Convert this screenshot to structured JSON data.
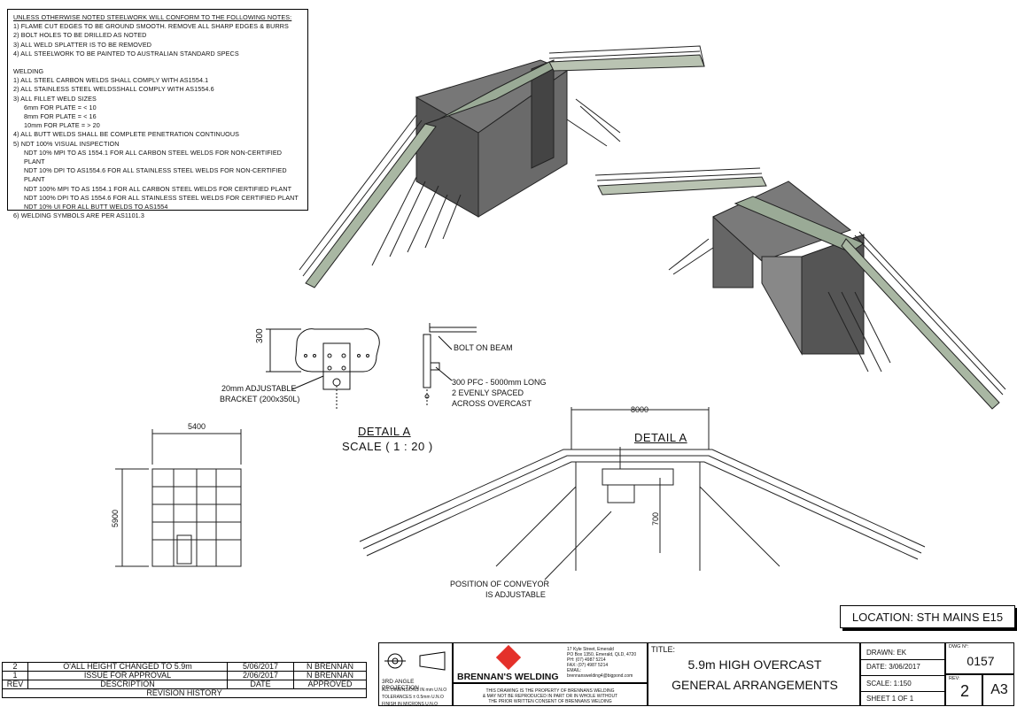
{
  "notes": {
    "heading": "UNLESS OTHERWISE NOTED STEELWORK WILL CONFORM TO THE FOLLOWING NOTES:",
    "general": [
      "1) FLAME CUT EDGES TO BE GROUND SMOOTH. REMOVE ALL SHARP EDGES & BURRS",
      "2) BOLT HOLES TO BE DRILLED AS NOTED",
      "3) ALL WELD SPLATTER IS TO BE REMOVED",
      "4) ALL STEELWORK TO BE PAINTED TO AUSTRALIAN STANDARD SPECS"
    ],
    "welding_heading": "WELDING",
    "welding": [
      "1) ALL STEEL CARBON WELDS SHALL COMPLY WITH AS1554.1",
      "2) ALL STAINLESS STEEL WELDSSHALL COMPLY WITH AS1554.6",
      "3) ALL FILLET WELD SIZES"
    ],
    "fillet": [
      "6mm FOR PLATE = < 10",
      "8mm FOR PLATE = < 16",
      "10mm FOR PLATE = > 20"
    ],
    "welding2": [
      "4) ALL BUTT WELDS SHALL BE COMPLETE PENETRATION CONTINUOUS",
      "5) NDT 100% VISUAL INSPECTION"
    ],
    "ndt": [
      "NDT 10% MPI TO AS 1554.1 FOR ALL CARBON STEEL WELDS FOR NON-CERTIFIED PLANT",
      "NDT 10% DPI TO AS1554.6 FOR ALL STAINLESS STEEL WELDS FOR NON-CERTIFIED PLANT",
      "NDT 100% MPI TO AS 1554.1 FOR ALL CARBON STEEL WELDS FOR CERTIFIED PLANT",
      "NDT 100% DPI TO AS 1554.6 FOR ALL STAINLESS STEEL WELDS FOR CERTIFIED PLANT",
      "NDT 10% UI FOR ALL BUTT WELDS TO AS1554"
    ],
    "welding3": "6) WELDING SYMBOLS ARE PER AS1101.3"
  },
  "detail": {
    "dim_300": "300",
    "bracket_label_1": "20mm ADJUSTABLE",
    "bracket_label_2": "BRACKET (200x350L)",
    "bolt_on_beam": "BOLT ON BEAM",
    "pfc_1": "300 PFC -  5000mm LONG",
    "pfc_2": "2 EVENLY SPACED",
    "pfc_3": "ACROSS OVERCAST",
    "title": "DETAIL A",
    "scale": "SCALE ( 1 : 20 )"
  },
  "side_view": {
    "width": "5400",
    "height": "5900"
  },
  "front_view": {
    "width": "8000",
    "detail_ref": "DETAIL A",
    "dim_700": "700",
    "conveyor_1": "POSITION OF CONVEYOR",
    "conveyor_2": "IS ADJUSTABLE"
  },
  "location": "LOCATION: STH MAINS E15",
  "revisions": {
    "rows": [
      {
        "rev": "2",
        "desc": "O'ALL HEIGHT CHANGED TO 5.9m",
        "date": "5/06/2017",
        "by": "N BRENNAN"
      },
      {
        "rev": "1",
        "desc": "ISSUE FOR APPROVAL",
        "date": "2/06/2017",
        "by": "N BRENNAN"
      }
    ],
    "headers": {
      "rev": "REV",
      "desc": "DESCRIPTION",
      "date": "DATE",
      "by": "APPROVED"
    },
    "footer": "REVISION HISTORY"
  },
  "title_block": {
    "projection": "3RD ANGLE PROJECTION",
    "dims_note": "ALL DIMENSIONS IN mm U.N.O",
    "tolerances": "TOLERANCES ± 0.5mm U.N.O",
    "finish": "FINISH IN MICRONS",
    "finish_suffix": "U.N.O",
    "company": "BRENNAN'S WELDING",
    "address": [
      "17 Kyle Street, Emerald",
      "PO Box 1350, Emerald, QLD, 4720",
      "PH: (07) 4987 5214",
      "FAX: (07) 4987 5214",
      "EMAIL: brennanswelding4@bigpond.com"
    ],
    "property": [
      "THIS DRAWING IS THE PROPERTY OF BRENNANS WELDING",
      "& MAY NOT BE REPRODUCED IN PART OR IN WHOLE WITHOUT",
      "THE PRIOR WRITTEN CONSENT OF BRENNANS WELDING"
    ],
    "title_label": "TITLE:",
    "title_1": "5.9m HIGH OVERCAST",
    "title_2": "GENERAL ARRANGEMENTS",
    "drawn": "DRAWN:  EK",
    "date": "DATE:  3/06/2017",
    "scale": "SCALE:     1:150",
    "sheet": "SHEET 1  OF 1",
    "dwg_label": "DWG N°:",
    "dwg_no": "0157",
    "rev_label": "REV:",
    "rev": "2",
    "size": "A3"
  }
}
